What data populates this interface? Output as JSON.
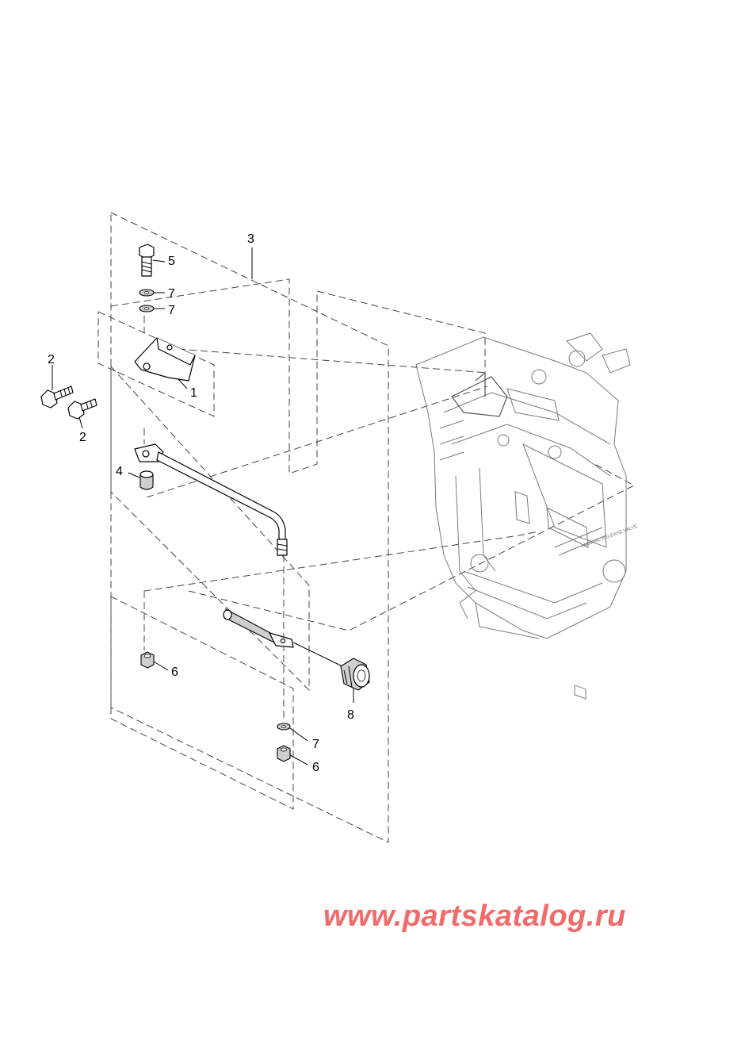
{
  "callouts": {
    "c1": "1",
    "c2a": "2",
    "c2b": "2",
    "c3": "3",
    "c4": "4",
    "c5": "5",
    "c6a": "6",
    "c6b": "6",
    "c7a": "7",
    "c7b": "7",
    "c7c": "7",
    "c8": "8"
  },
  "engine_label": "MANUAL RELEASE VALVE",
  "watermark": "www.partskatalog.ru",
  "colors": {
    "watermark": "#f36a6a",
    "line": "#000000",
    "dashed_outline": "#444444",
    "engine_line": "#7a7a7a"
  }
}
